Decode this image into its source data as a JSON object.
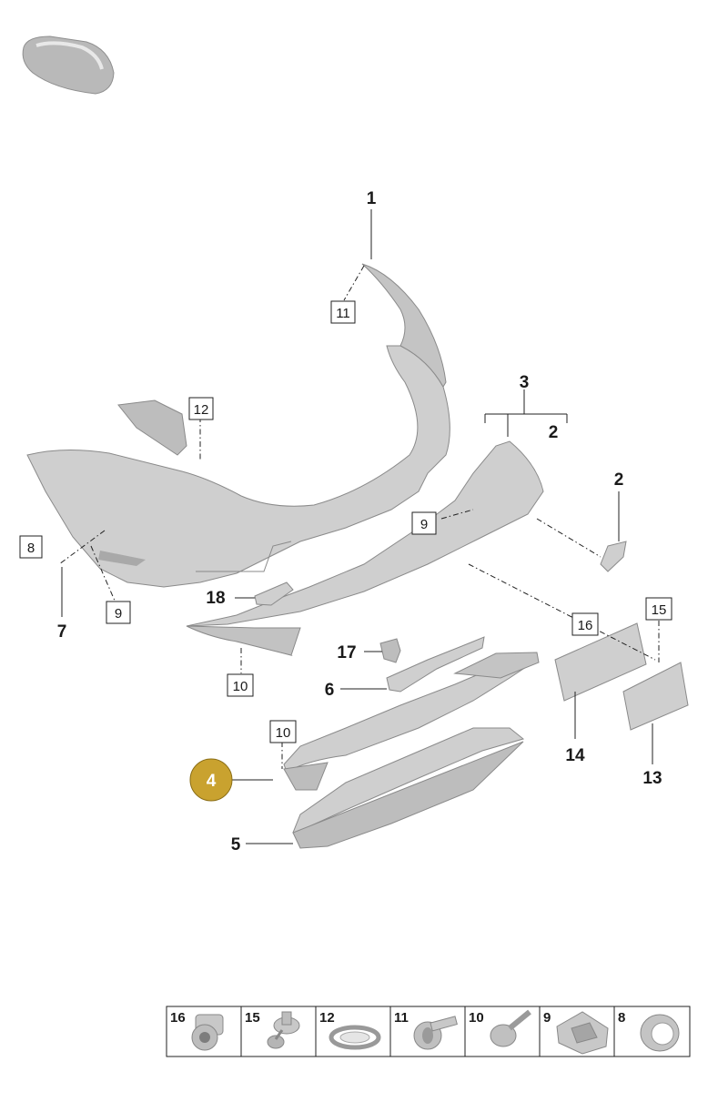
{
  "colors": {
    "part_fill": "#cfcfcf",
    "part_shadow": "#a9a9a9",
    "highlight_badge": "#c9a22f",
    "line": "#222222"
  },
  "callouts": {
    "c1": "1",
    "c2a": "2",
    "c2b": "2",
    "c3": "3",
    "c4": "4",
    "c5": "5",
    "c6": "6",
    "c7": "7",
    "c13": "13",
    "c14": "14",
    "c17": "17",
    "c18": "18"
  },
  "boxes": {
    "b11": "11",
    "b12": "12",
    "b8": "8",
    "b9a": "9",
    "b9b": "9",
    "b10a": "10",
    "b10b": "10",
    "b16": "16",
    "b15": "15"
  },
  "fastener_table": {
    "items": [
      "16",
      "15",
      "12",
      "11",
      "10",
      "9",
      "8"
    ]
  }
}
